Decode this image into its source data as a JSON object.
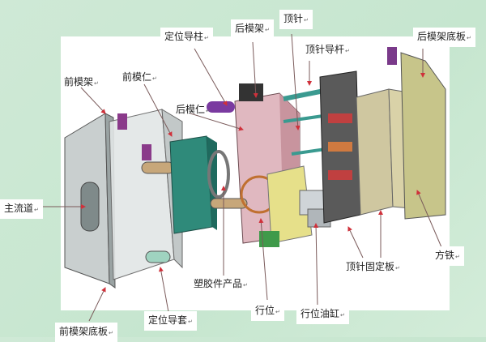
{
  "labels": {
    "guide_pin": "定位导柱",
    "rear_mold_frame": "后模架",
    "ejector_pin": "顶针",
    "ejector_guide_rod": "顶针导杆",
    "rear_mold_base_plate": "后模架底板",
    "front_mold_frame": "前模架",
    "front_mold_core": "前模仁",
    "rear_mold_core": "后模仁",
    "sprue": "主流道",
    "plastic_part": "塑胶件产品",
    "slider": "行位",
    "slider_cylinder": "行位油缸",
    "ejector_retainer_plate": "顶针固定板",
    "spacer_block": "方铁",
    "guide_bushing": "定位导套",
    "front_mold_base_plate": "前模架底板"
  },
  "colors": {
    "background": "#cfe9d6",
    "arrow": "#d0303a",
    "leader": "#7a5a5a"
  }
}
